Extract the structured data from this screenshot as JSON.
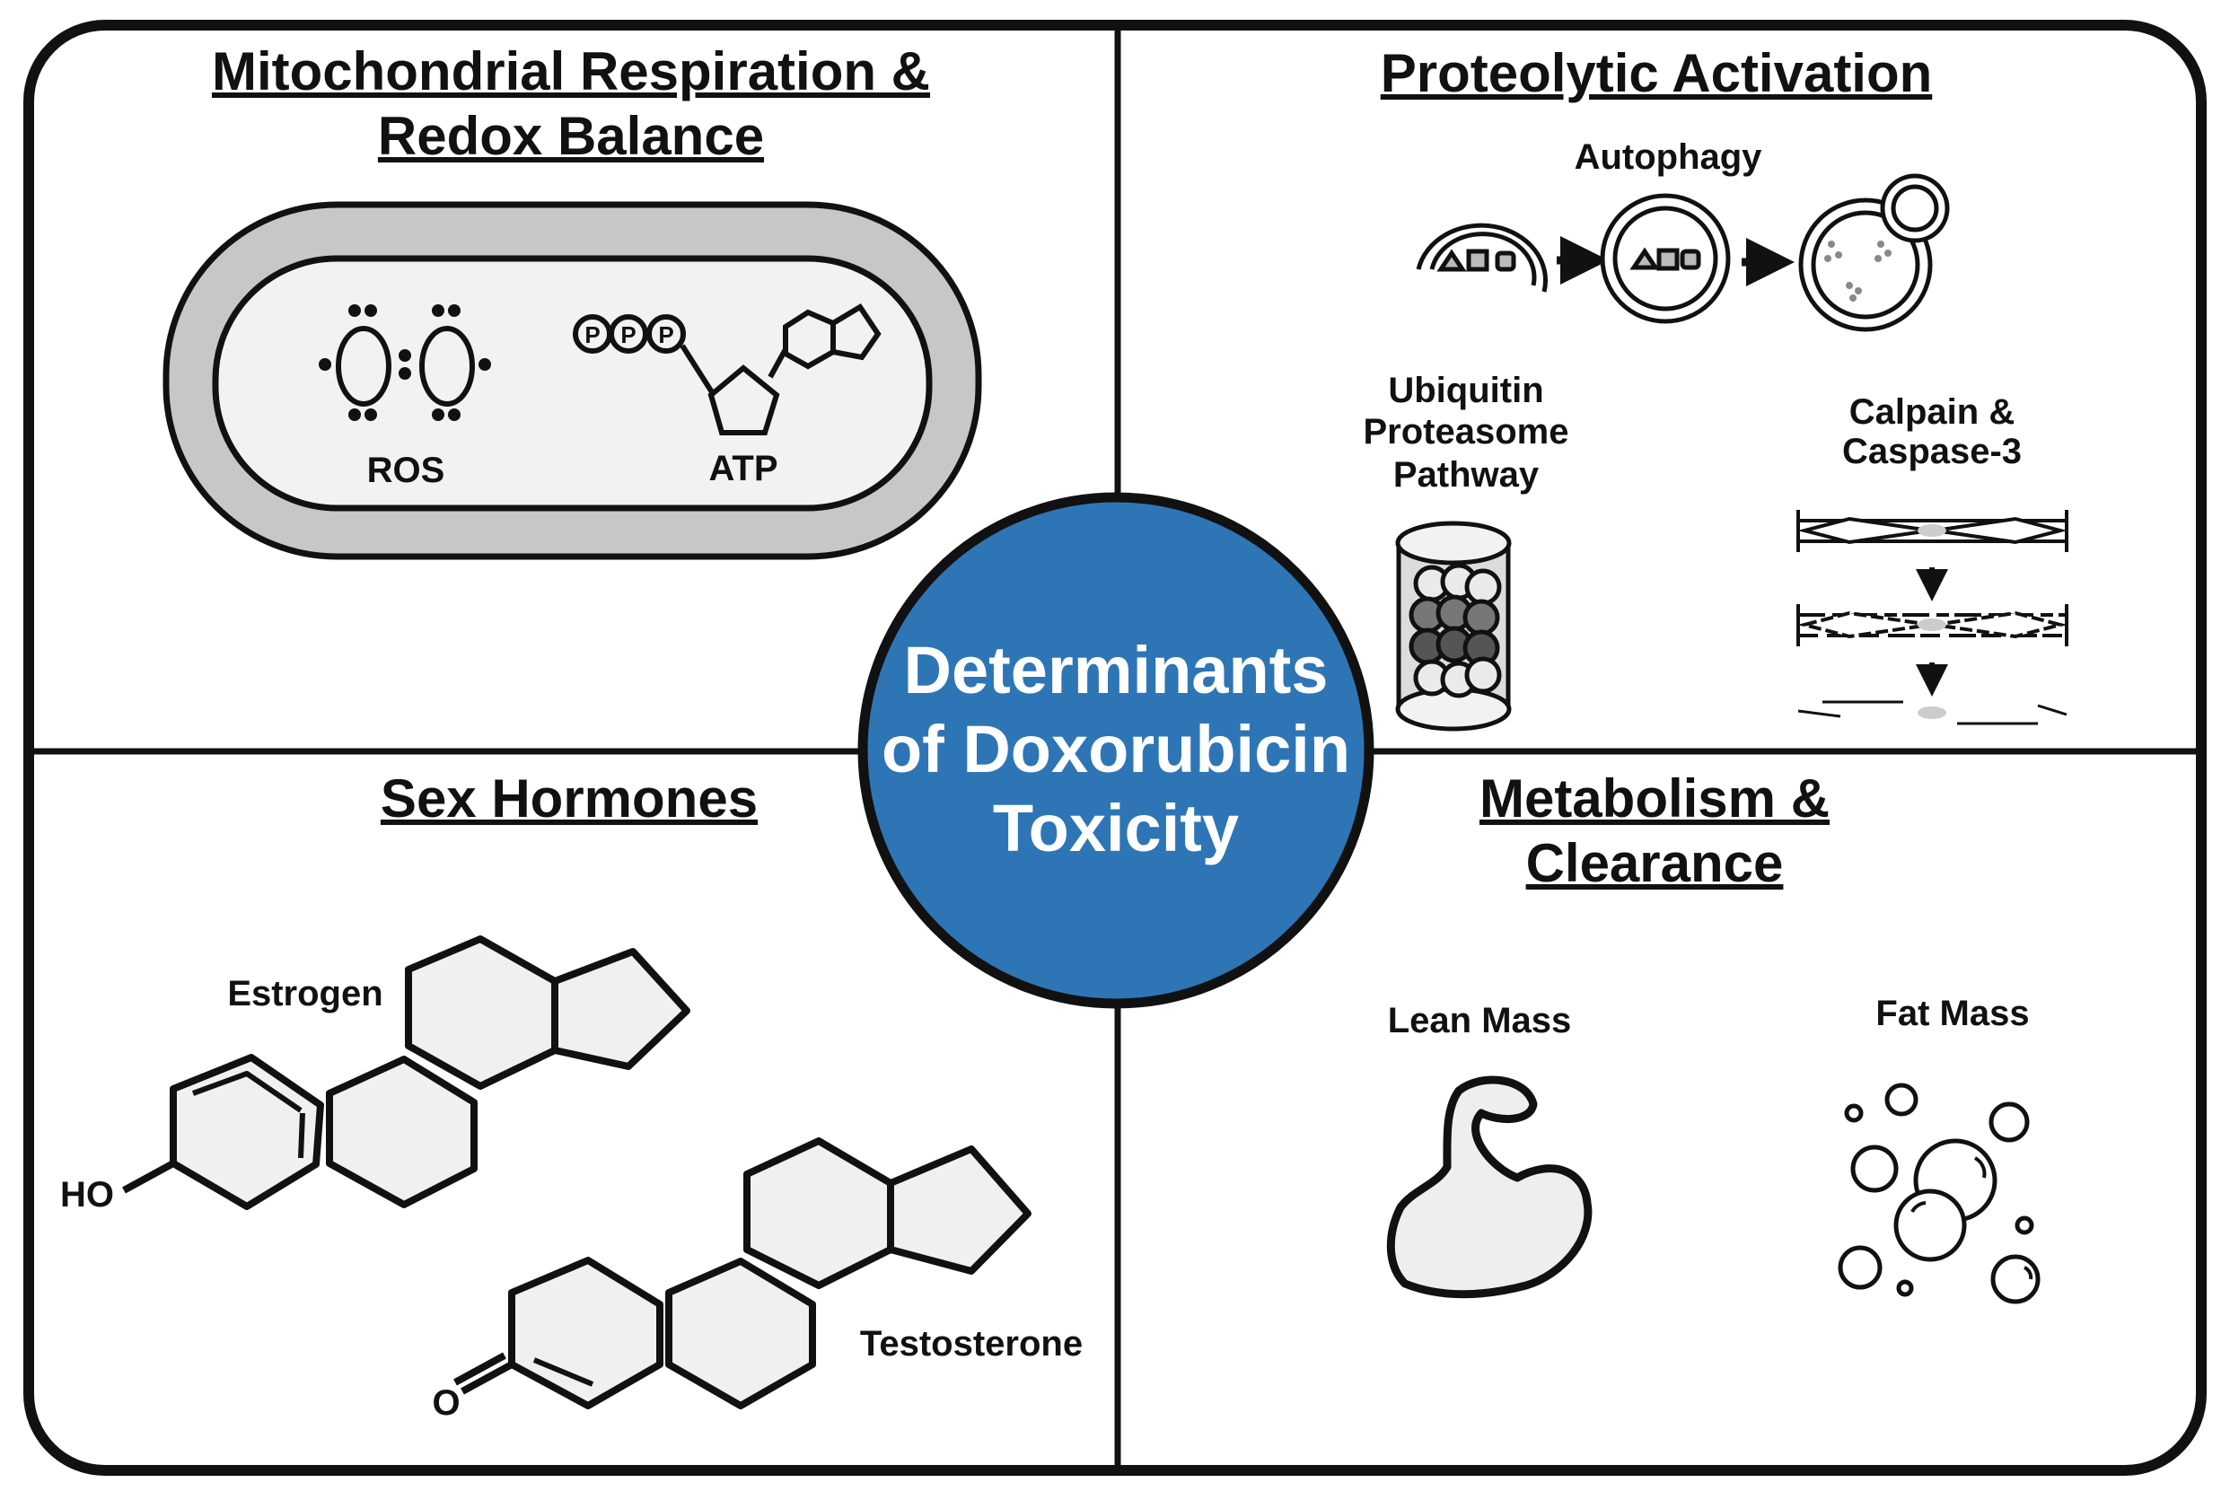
{
  "quadrants": {
    "top_left": {
      "title_line1": "Mitochondrial Respiration &",
      "title_line2": "Redox Balance",
      "ros_label": "ROS",
      "atp_label": "ATP",
      "phosphate_label": "P"
    },
    "top_right": {
      "title": "Proteolytic Activation",
      "autophagy_label": "Autophagy",
      "ubiquitin_line1": "Ubiquitin",
      "ubiquitin_line2": "Proteasome",
      "ubiquitin_line3": "Pathway",
      "calpain_line1": "Calpain &",
      "calpain_line2": "Caspase-3"
    },
    "bottom_left": {
      "title": "Sex Hormones",
      "estrogen_label": "Estrogen",
      "ho_label": "HO",
      "testosterone_label": "Testosterone",
      "oxygen_label": "O"
    },
    "bottom_right": {
      "title_line1": "Metabolism &",
      "title_line2": "Clearance",
      "lean_mass_label": "Lean Mass",
      "fat_mass_label": "Fat Mass"
    }
  },
  "center": {
    "line1": "Determinants",
    "line2": "of Doxorubicin",
    "line3": "Toxicity"
  },
  "colors": {
    "center_fill": "#2e75b6",
    "border": "#111111",
    "mito_outer": "#c7c7c7",
    "mito_inner": "#f2f2f2",
    "shape_fill": "#efefef"
  }
}
